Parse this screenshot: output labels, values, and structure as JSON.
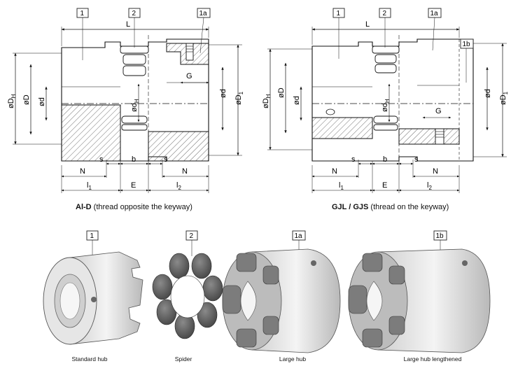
{
  "left_drawing": {
    "callouts": [
      "1",
      "2",
      "1a"
    ],
    "dims": {
      "L": "L",
      "G": "G",
      "s_left": "s",
      "b": "b",
      "s_right": "s",
      "N_left": "N",
      "N_right": "N",
      "l1": "l",
      "l1_sub": "1",
      "E": "E",
      "l2": "l",
      "l2_sub": "2",
      "phiDH": "øD",
      "phiDH_sub": "H",
      "phiD": "øD",
      "phid_left": "ød",
      "phidH": "ød",
      "phidH_sub": "H",
      "phid_right": "ød",
      "phiD1": "øD",
      "phiD1_sub": "1"
    },
    "caption_bold": "Al-D",
    "caption_rest": " (thread opposite the keyway)"
  },
  "right_drawing": {
    "callouts": [
      "1",
      "2",
      "1a",
      "1b"
    ],
    "dims": {
      "L": "L",
      "G": "G",
      "s_left": "s",
      "b": "b",
      "s_right": "s",
      "N_left": "N",
      "N_right": "N",
      "l1": "l",
      "l1_sub": "1",
      "E": "E",
      "l2": "l",
      "l2_sub": "2",
      "phiDH": "øD",
      "phiDH_sub": "H",
      "phiD": "øD",
      "phid_left": "ød",
      "phidH": "ød",
      "phidH_sub": "H",
      "phid_right": "ød",
      "phiD1": "øD",
      "phiD1_sub": "1"
    },
    "caption_bold": "GJL / GJS",
    "caption_rest": " (thread on the keyway)"
  },
  "parts": [
    {
      "badge": "1",
      "label": "Standard hub"
    },
    {
      "badge": "2",
      "label": "Spider"
    },
    {
      "badge": "1a",
      "label": "Large hub"
    },
    {
      "badge": "1b",
      "label": "Large hub lengthened"
    }
  ]
}
